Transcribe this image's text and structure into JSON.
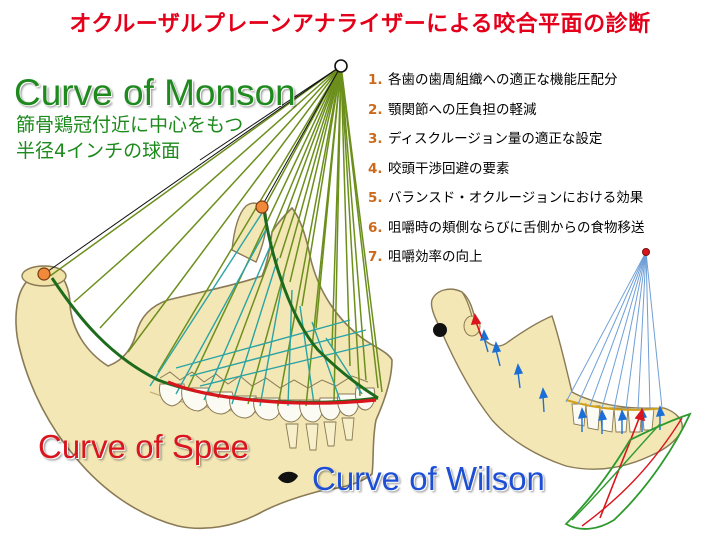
{
  "title": "オクルーザルプレーンアナライザーによる咬合平面の診断",
  "labels": {
    "monson": "Curve of Monson",
    "monson_desc_line1": "篩骨鶏冠付近に中心をもつ",
    "monson_desc_line2": "半径4インチの球面",
    "spee": "Curve of Spee",
    "wilson": "Curve of Wilson"
  },
  "list": [
    {
      "num": "1.",
      "text": "各歯の歯周組織への適正な機能圧配分"
    },
    {
      "num": "2.",
      "text": "顎関節への圧負担の軽減"
    },
    {
      "num": "3.",
      "text": "ディスクルージョン量の適正な設定"
    },
    {
      "num": "4.",
      "text": "咬頭干渉回避の要素"
    },
    {
      "num": "5.",
      "text": "バランスド・オクルージョンにおける効果"
    },
    {
      "num": "6.",
      "text": "咀嚼時の頬側ならびに舌側からの食物移送"
    },
    {
      "num": "7.",
      "text": "咀嚼効率の向上"
    }
  ],
  "colors": {
    "title": "#e4001b",
    "monson": "#1e8a1e",
    "spee": "#d9161e",
    "wilson": "#1c4fd6",
    "list_number": "#cc6a1c",
    "bone": "#f3e7b6",
    "bone_outline": "#8a7a55",
    "green_lines": "#6c8f1c",
    "teal_lines": "#2aa3a3",
    "blue_lines": "#6f9fd6"
  }
}
